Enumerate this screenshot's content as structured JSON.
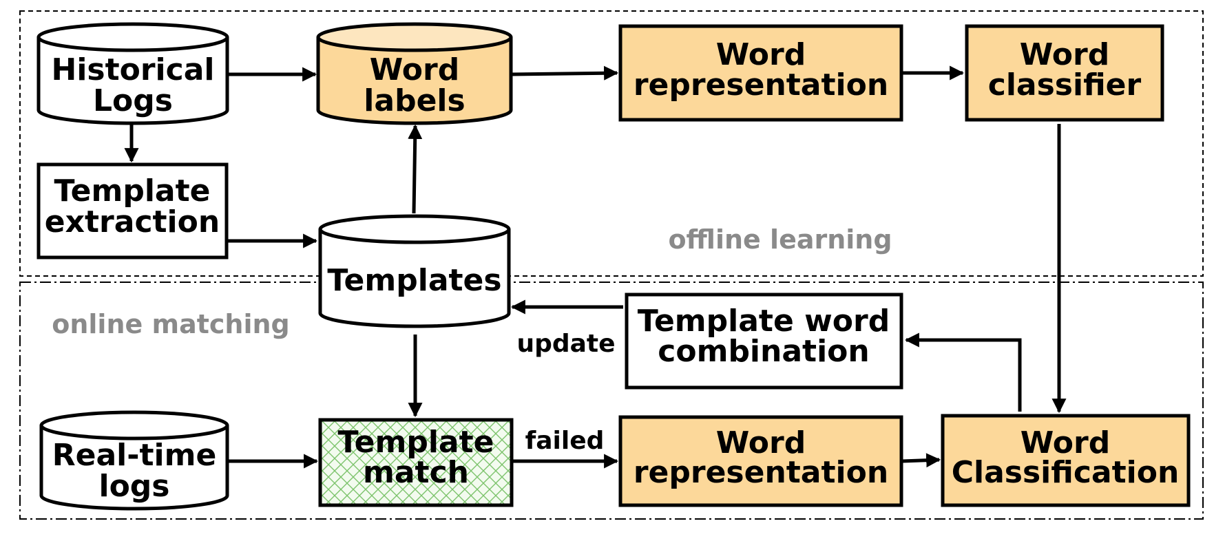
{
  "colors": {
    "highlight_fill": "#fcd89a",
    "highlight_top": "#fde6bf",
    "hatch": "#7cc36b",
    "hatch_bg": "#f3fbef",
    "region_label": "#8a8a8a",
    "stroke": "#000000"
  },
  "regions": {
    "offline": {
      "label": "offline learning"
    },
    "online": {
      "label": "online matching"
    }
  },
  "nodes": {
    "historical_logs": {
      "line1": "Historical",
      "line2": "Logs"
    },
    "word_labels": {
      "line1": "Word",
      "line2": "labels"
    },
    "word_representation_top": {
      "line1": "Word",
      "line2": "representation"
    },
    "word_classifier": {
      "line1": "Word",
      "line2": "classifier"
    },
    "template_extraction": {
      "line1": "Template",
      "line2": "extraction"
    },
    "templates": {
      "line1": "Templates"
    },
    "template_word_combination": {
      "line1": "Template  word",
      "line2": "combination"
    },
    "realtime_logs": {
      "line1": "Real-time",
      "line2": "logs"
    },
    "template_match": {
      "line1": "Template",
      "line2": "match"
    },
    "word_representation_bottom": {
      "line1": "Word",
      "line2": "representation"
    },
    "word_classification": {
      "line1": "Word",
      "line2": "Classification"
    }
  },
  "edge_labels": {
    "update": "update",
    "failed": "failed"
  }
}
